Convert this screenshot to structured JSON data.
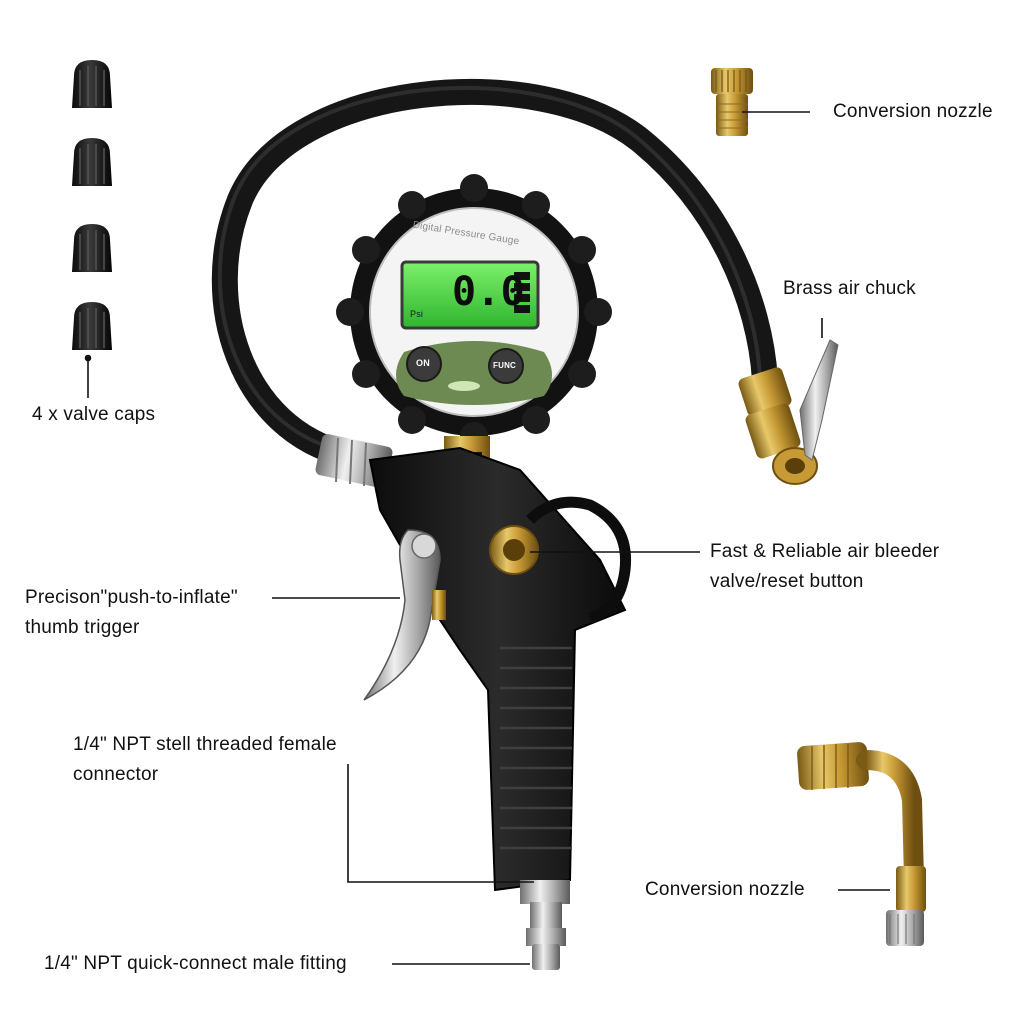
{
  "callouts": {
    "conversion_nozzle_top": "Conversion nozzle",
    "brass_air_chuck": "Brass air chuck",
    "valve_caps": "4 x valve caps",
    "bleeder_line1": "Fast & Reliable air bleeder",
    "bleeder_line2": "valve/reset button",
    "trigger_line1": "Precison\"push-to-inflate\"",
    "trigger_line2": "thumb trigger",
    "female_line1": "1/4\" NPT stell threaded female",
    "female_line2": "connector",
    "conversion_nozzle_bottom": "Conversion nozzle",
    "male_fitting": "1/4\" NPT quick-connect male fitting"
  },
  "gauge": {
    "face_text": "Digital Pressure Gauge",
    "reading": "0.0",
    "unit": "Psi",
    "on_button": "ON",
    "func_button": "FUNC"
  },
  "colors": {
    "gauge_body": "#1a1a1a",
    "lcd": "#39d03a",
    "brass": "#c9a447",
    "steel": "#b8b8b8"
  }
}
